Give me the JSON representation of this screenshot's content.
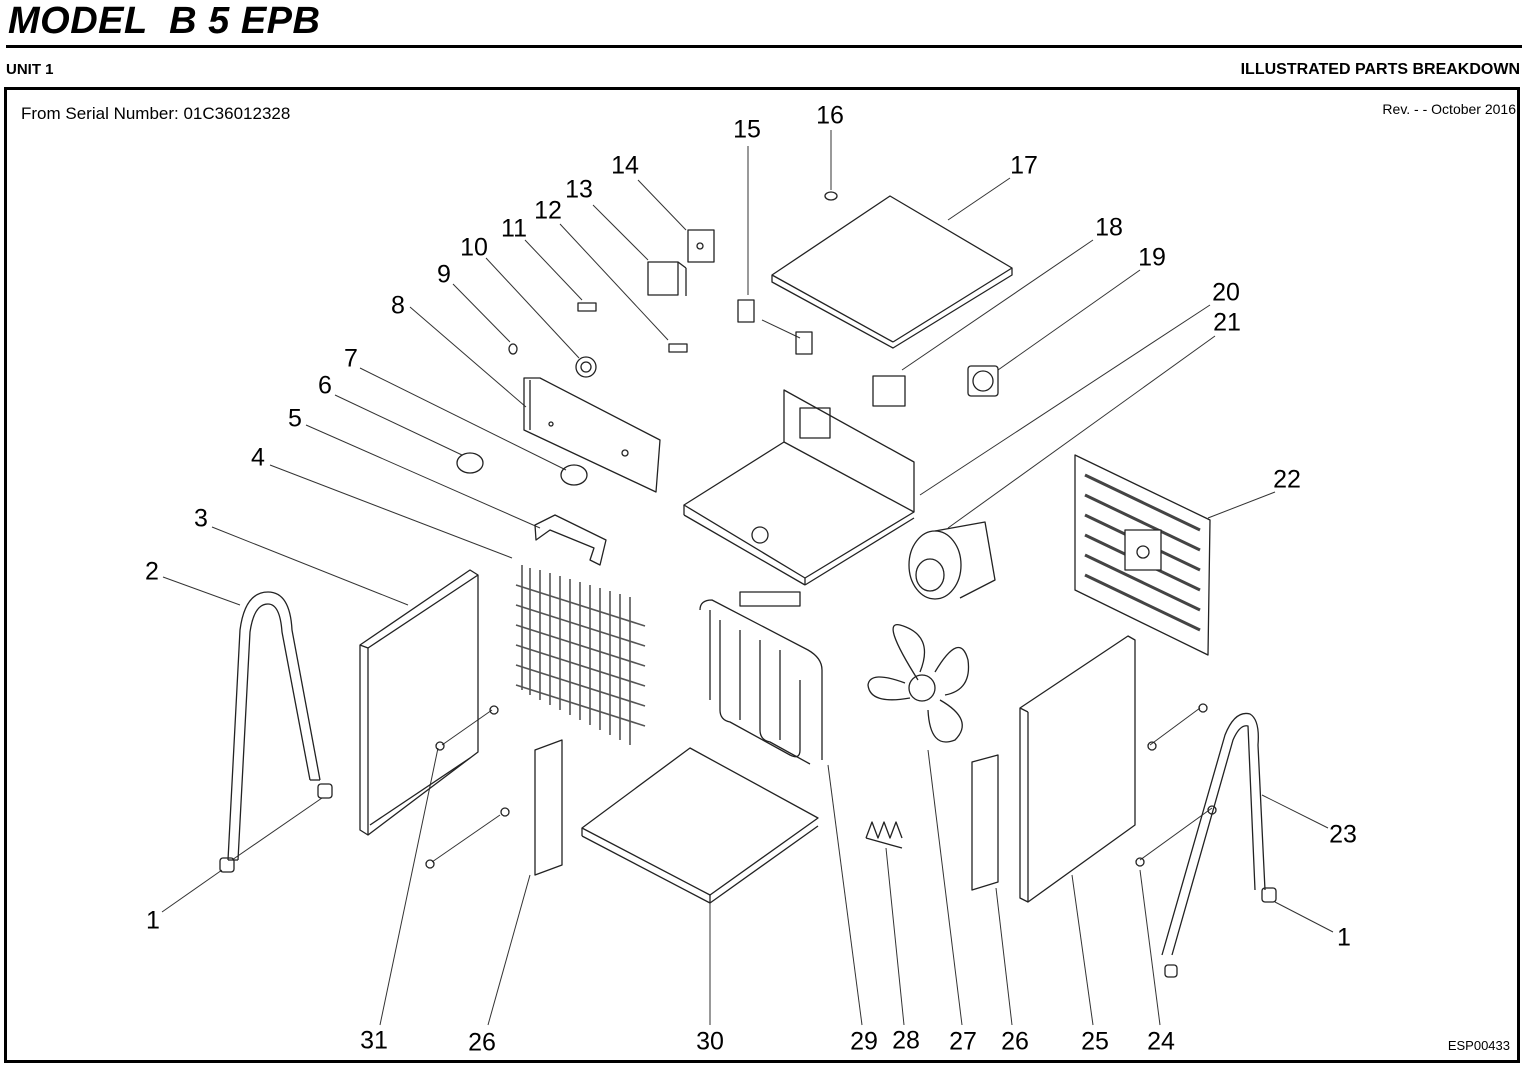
{
  "header": {
    "model_title": "MODEL  B 5 EPB",
    "unit_label": "UNIT 1",
    "section_label": "ILLUSTRATED PARTS BREAKDOWN"
  },
  "diagram": {
    "serial_text": "From Serial Number: 01C36012328",
    "revision_text": "Rev. - - October 2016",
    "figure_id": "ESP00433",
    "callouts": [
      {
        "label": "1",
        "part": "foot"
      },
      {
        "label": "2",
        "part": "handle-left"
      },
      {
        "label": "3",
        "part": "side-panel-left"
      },
      {
        "label": "4",
        "part": "front-grille"
      },
      {
        "label": "5",
        "part": "bracket"
      },
      {
        "label": "6",
        "part": "knob"
      },
      {
        "label": "7",
        "part": "knob"
      },
      {
        "label": "8",
        "part": "control-panel"
      },
      {
        "label": "9",
        "part": "nut"
      },
      {
        "label": "10",
        "part": "ring"
      },
      {
        "label": "11",
        "part": "thermostat-clip"
      },
      {
        "label": "12",
        "part": "thermostat-clip"
      },
      {
        "label": "13",
        "part": "thermostat"
      },
      {
        "label": "14",
        "part": "switch"
      },
      {
        "label": "15",
        "part": "indicator-lamp"
      },
      {
        "label": "16",
        "part": "plug"
      },
      {
        "label": "17",
        "part": "top-cover"
      },
      {
        "label": "18",
        "part": "terminal-block"
      },
      {
        "label": "19",
        "part": "socket"
      },
      {
        "label": "20",
        "part": "chassis"
      },
      {
        "label": "21",
        "part": "motor"
      },
      {
        "label": "22",
        "part": "rear-grille"
      },
      {
        "label": "23",
        "part": "handle-right"
      },
      {
        "label": "1",
        "part": "foot"
      },
      {
        "label": "24",
        "part": "grommet"
      },
      {
        "label": "25",
        "part": "side-panel-right"
      },
      {
        "label": "26",
        "part": "strip"
      },
      {
        "label": "27",
        "part": "fan-blade"
      },
      {
        "label": "28",
        "part": "bracket-clip"
      },
      {
        "label": "29",
        "part": "heating-element"
      },
      {
        "label": "30",
        "part": "base-plate"
      },
      {
        "label": "26",
        "part": "strip"
      },
      {
        "label": "31",
        "part": "grommet"
      }
    ]
  }
}
